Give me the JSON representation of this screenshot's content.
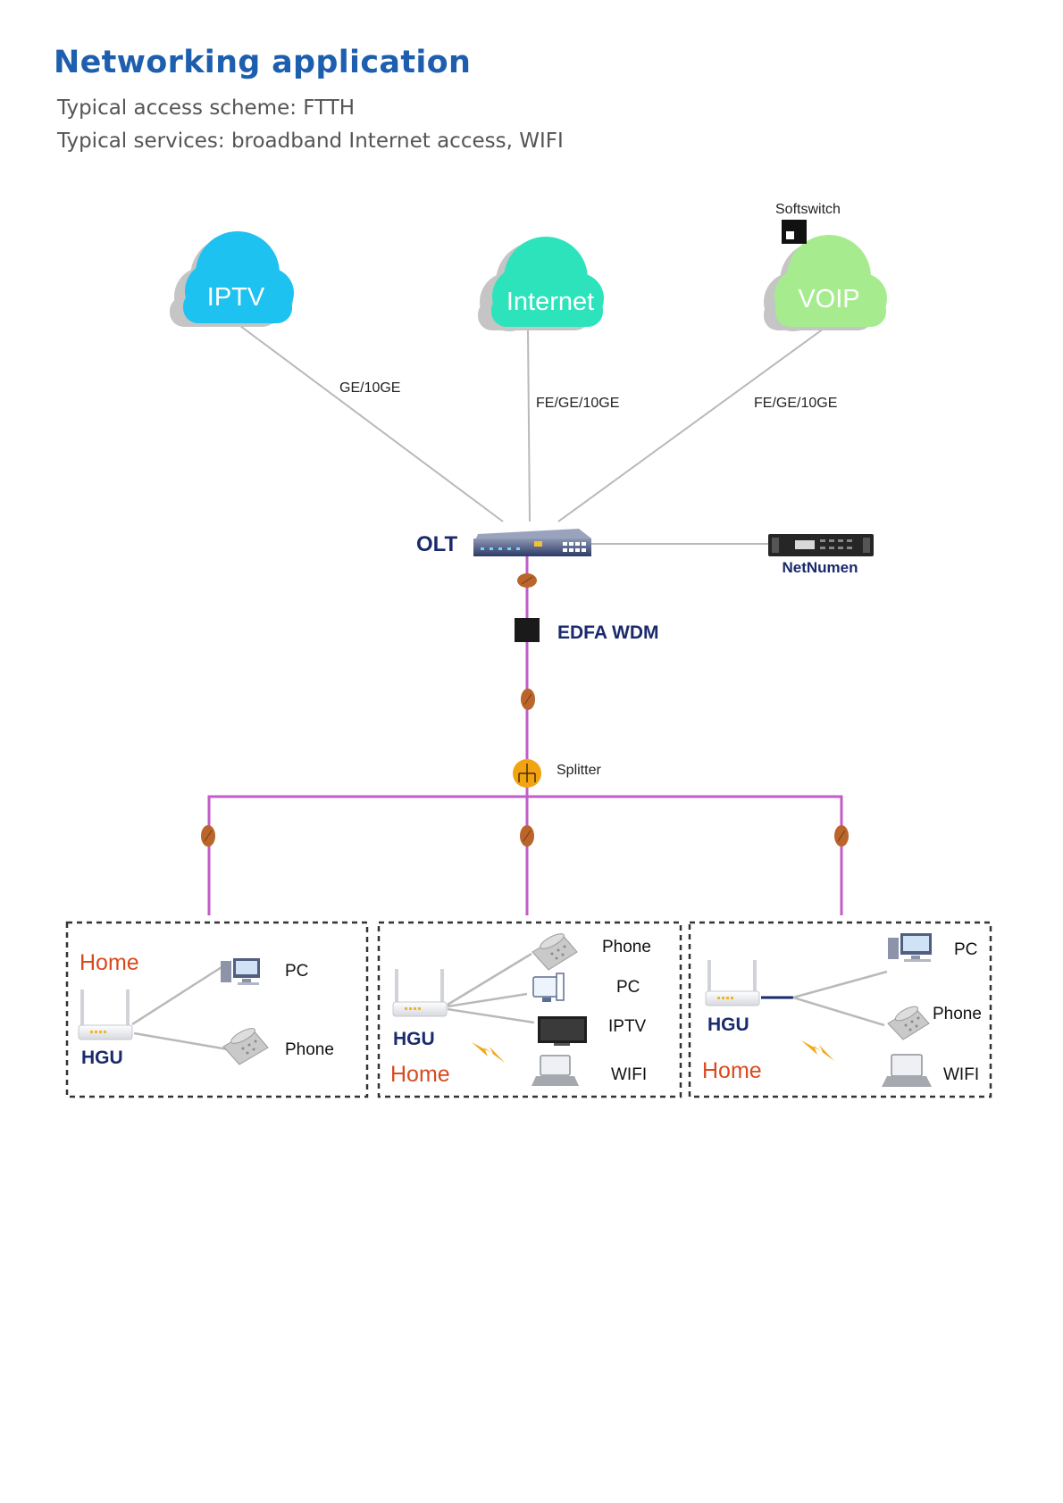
{
  "header": {
    "title": "Networking application",
    "scheme": "Typical access scheme: FTTH",
    "services": "Typical services: broadband Internet access, WIFI"
  },
  "clouds": [
    {
      "label": "IPTV",
      "color": "#1ec2f0"
    },
    {
      "label": "Internet",
      "color": "#2de3bb"
    },
    {
      "label": "VOIP",
      "color": "#a6ec8f"
    }
  ],
  "softswitch": "Softswitch",
  "links": {
    "iptv": "GE/10GE",
    "internet": "FE/GE/10GE",
    "voip": "FE/GE/10GE"
  },
  "olt": "OLT",
  "netnumen": "NetNumen",
  "edfa": "EDFA WDM",
  "splitter": "Splitter",
  "colors": {
    "fiber": "#c35bc8",
    "connector": "#b9652b",
    "splitter": "#f2a312",
    "navy": "#1a2a6c",
    "home": "#d94a1e"
  },
  "homes": [
    {
      "home": "Home",
      "hgu": "HGU",
      "devices": [
        "PC",
        "Phone"
      ]
    },
    {
      "home": "Home",
      "hgu": "HGU",
      "devices": [
        "Phone",
        "PC",
        "IPTV",
        "WIFI"
      ]
    },
    {
      "home": "Home",
      "hgu": "HGU",
      "devices": [
        "PC",
        "Phone",
        "WIFI"
      ]
    }
  ]
}
